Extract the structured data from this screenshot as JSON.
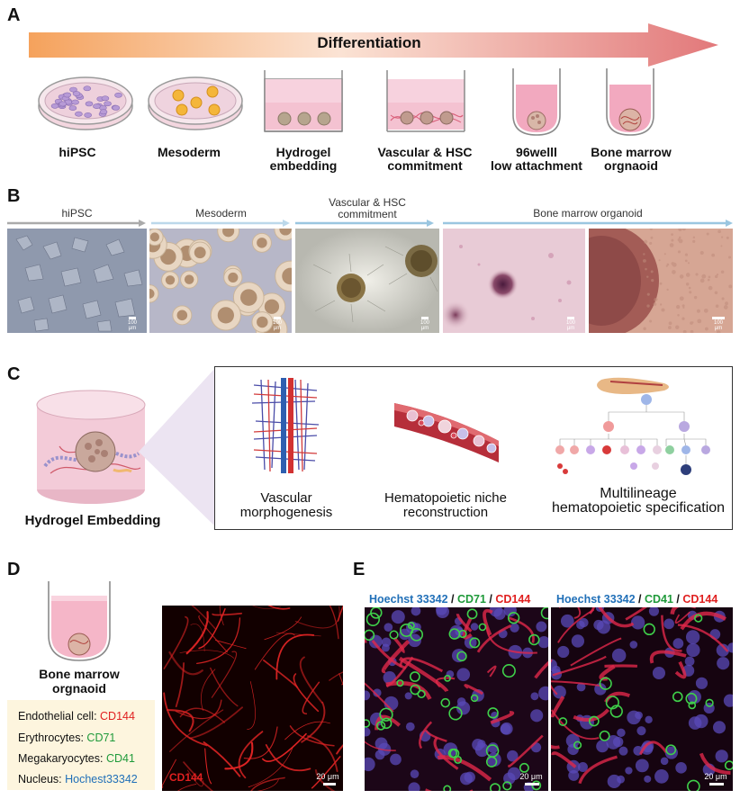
{
  "panels": {
    "a": "A",
    "b": "B",
    "c": "C",
    "d": "D",
    "e": "E"
  },
  "panelA": {
    "arrow_label": "Differentiation",
    "stages": [
      {
        "line1": "hiPSC",
        "line2": ""
      },
      {
        "line1": "Mesoderm",
        "line2": ""
      },
      {
        "line1": "Hydrogel",
        "line2": "embedding"
      },
      {
        "line1": "Vascular & HSC",
        "line2": "commitment"
      },
      {
        "line1": "96welll",
        "line2": "low attachment"
      },
      {
        "line1": "Bone marrow",
        "line2": "orgnaoid"
      }
    ]
  },
  "panelB": {
    "stages": [
      "hiPSC",
      "Mesoderm",
      "Vascular  & HSC",
      "commitment",
      "Bone marrow organoid"
    ],
    "scale_label": "100 μm"
  },
  "panelC": {
    "title": "Hydrogel Embedding",
    "items": [
      {
        "line1": "Vascular",
        "line2": "morphogenesis"
      },
      {
        "line1": "Hematopoietic niche",
        "line2": "reconstruction"
      },
      {
        "line1": "Multilineage",
        "line2": "hematopoietic specification"
      }
    ]
  },
  "panelD": {
    "title_line1": "Bone marrow",
    "title_line2": "orgnaoid",
    "legend": [
      {
        "label": "Endothelial cell: ",
        "marker": "CD144",
        "color": "#e02020"
      },
      {
        "label": "Erythrocytes: ",
        "marker": "CD71",
        "color": "#1f9a3a"
      },
      {
        "label": "Megakaryocytes: ",
        "marker": "CD41",
        "color": "#1f9a3a"
      },
      {
        "label": "Nucleus: ",
        "marker": "Hochest33342",
        "color": "#2170b8"
      }
    ],
    "image_label": "CD144",
    "scale": "20 μm"
  },
  "panelE": {
    "left": {
      "nucleus": "Hoechst 33342",
      "sep": " / ",
      "marker1": "CD71",
      "marker2": "CD144"
    },
    "right": {
      "nucleus": "Hoechst 33342",
      "sep": " / ",
      "marker1": "CD41",
      "marker2": "CD144"
    },
    "scale": "20 μm"
  }
}
